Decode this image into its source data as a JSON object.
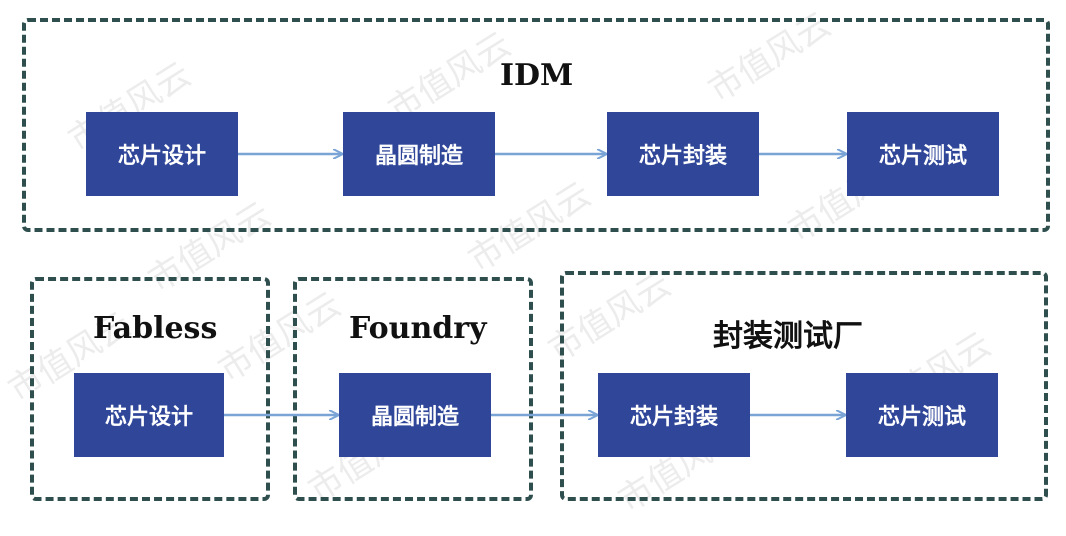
{
  "colors": {
    "box_fill": "#2f4699",
    "arrow": "#7aa4d6",
    "dash_border": "#2f4f4f"
  },
  "watermark": "市值风云",
  "idm": {
    "title": "IDM",
    "steps": [
      "芯片设计",
      "晶圆制造",
      "芯片封装",
      "芯片测试"
    ]
  },
  "fabless": {
    "title": "Fabless",
    "steps": [
      "芯片设计"
    ]
  },
  "foundry": {
    "title": "Foundry",
    "steps": [
      "晶圆制造"
    ]
  },
  "osat": {
    "title": "封装测试厂",
    "steps": [
      "芯片封装",
      "芯片测试"
    ]
  }
}
